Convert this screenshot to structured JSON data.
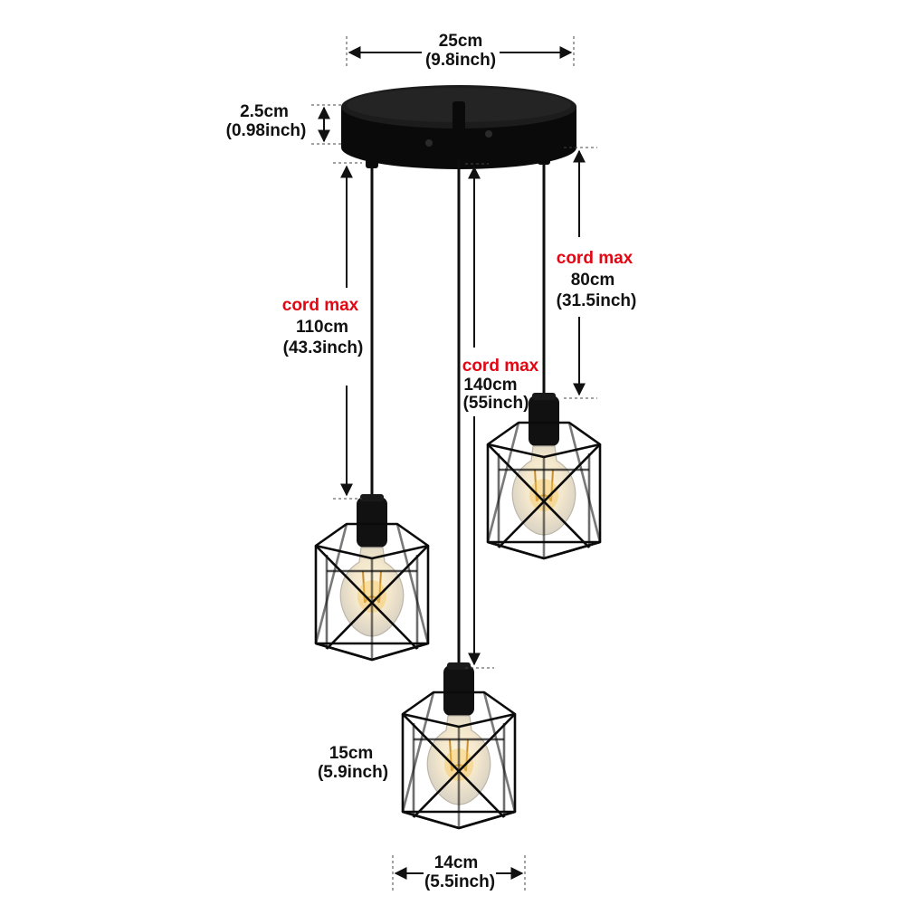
{
  "dimensions": {
    "canopy_width": {
      "metric": "25cm",
      "imperial": "(9.8inch)"
    },
    "canopy_height": {
      "metric": "2.5cm",
      "imperial": "(0.98inch)"
    },
    "cord_left": {
      "prefix": "cord max",
      "metric": "110cm",
      "imperial": "(43.3inch)"
    },
    "cord_center": {
      "prefix": "cord max",
      "metric": "140cm",
      "imperial": "(55inch)"
    },
    "cord_right": {
      "prefix": "cord max",
      "metric": "80cm",
      "imperial": "(31.5inch)"
    },
    "shade_height": {
      "metric": "15cm",
      "imperial": "(5.9inch)"
    },
    "shade_width": {
      "metric": "14cm",
      "imperial": "(5.5inch)"
    }
  },
  "colors": {
    "label": "#111111",
    "accent": "#e30613",
    "metal": "#0b0b0b",
    "bulb_glow": "#f6c55a"
  }
}
